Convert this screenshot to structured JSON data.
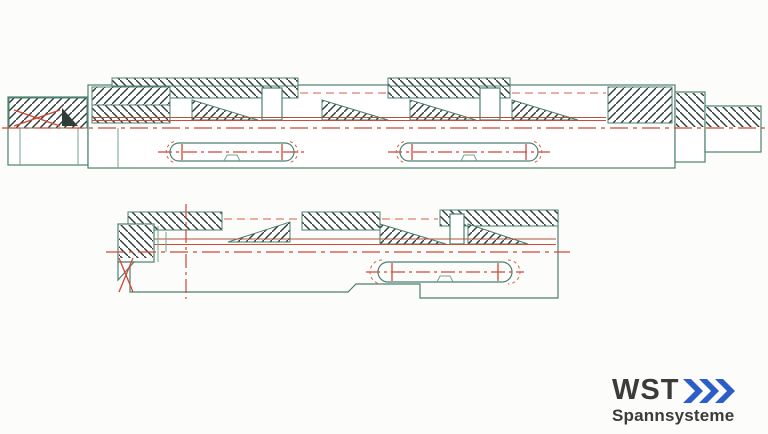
{
  "window": {
    "background_color": "#fcfcfb",
    "content": "sectional CAD drawing, two clamping mandrel assemblies"
  },
  "drawing": {
    "outline_color": "#4d8070",
    "inner_line_color": "#74a392",
    "hatch_color": "#2e3d38",
    "centerline_color": "#cf4838",
    "hidden_line_color": "#d4604e",
    "bore_line_color": "#b0543f",
    "views": [
      {
        "name": "upper-mandrel-half-section"
      },
      {
        "name": "lower-mandrel-half-section"
      }
    ]
  },
  "logo": {
    "brand": "WST",
    "subtitle": "Spannsysteme",
    "brand_color": "#3b3b3b",
    "chevron_color": "#2b5fc7",
    "chevrons_icon": "triple-chevron-right"
  }
}
